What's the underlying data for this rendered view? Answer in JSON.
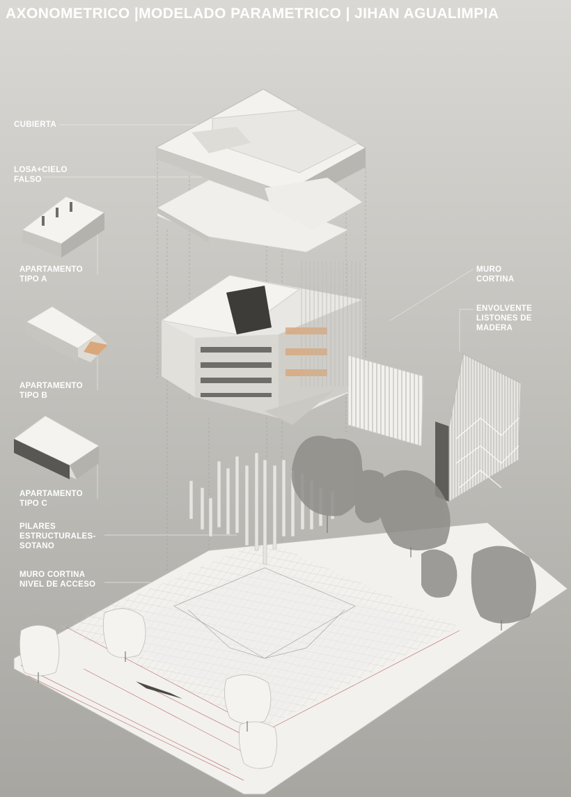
{
  "title": "AXONOMETRICO |MODELADO PARAMETRICO | JIHAN AGUALIMPIA",
  "labels": {
    "cubierta": [
      "CUBIERTA"
    ],
    "losa": [
      "LOSA+CIELO",
      "FALSO"
    ],
    "apto_a": [
      "APARTAMENTO",
      "TIPO A"
    ],
    "apto_b": [
      "APARTAMENTO",
      "TIPO B"
    ],
    "apto_c": [
      "APARTAMENTO",
      "TIPO C"
    ],
    "pilares": [
      "PILARES",
      "ESTRUCTURALES-",
      "SOTANO"
    ],
    "muro_acceso": [
      "MURO CORTINA",
      "NIVEL DE ACCESO"
    ],
    "muro_cortina": [
      "MURO",
      "CORTINA"
    ],
    "envolvente": [
      "ENVOLVENTE",
      "LISTONES DE",
      "MADERA"
    ]
  },
  "colors": {
    "line": "#ffffff",
    "roof": "#f1f0ec",
    "wall": "#dcdbd6",
    "shade": "#bdbcb6",
    "tree": "#8e8d88",
    "wood": "#d9a77a",
    "site_line": "#c0392b"
  }
}
